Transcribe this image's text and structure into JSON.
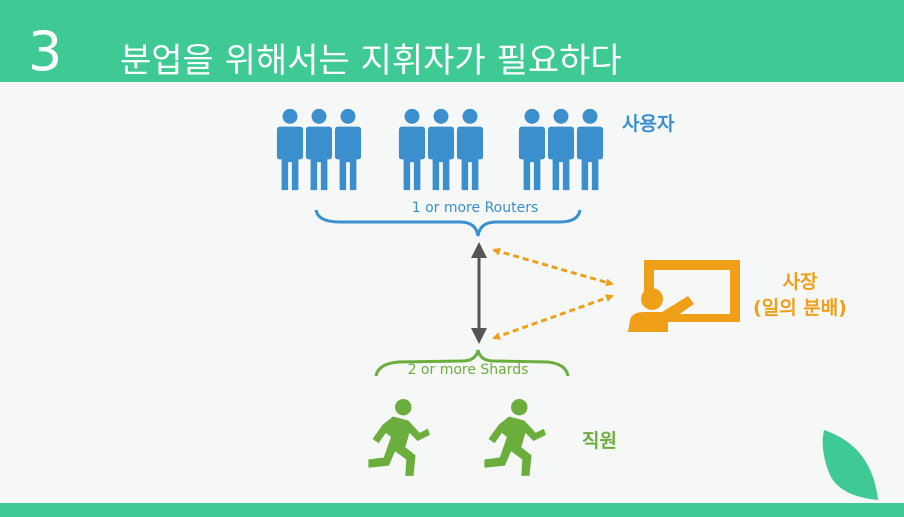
{
  "slide": {
    "number": "3",
    "title": "분업을 위해서는 지휘자가 필요하다"
  },
  "diagram": {
    "users_label": "사용자",
    "routers_label": "1 or more Routers",
    "shards_label": "2 or more Shards",
    "boss_label_line1": "사장",
    "boss_label_line2": "(일의 분배)",
    "workers_label": "직원"
  },
  "icons": [
    "user-group-icon",
    "teacher-board-icon",
    "running-person-icon",
    "leaf-icon"
  ],
  "colors": {
    "header": "#3ec995",
    "users": "#3b8fcc",
    "boss": "#f0a018",
    "workers": "#6cae3e",
    "arrow": "#555555"
  }
}
